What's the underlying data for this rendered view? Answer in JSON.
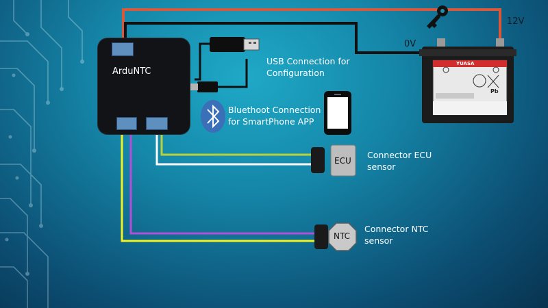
{
  "device": {
    "name": "ArduNTC"
  },
  "power": {
    "positive_label": "12V",
    "ground_label": "0V"
  },
  "usb": {
    "line1": "USB Connection for",
    "line2": "Configuration"
  },
  "bluetooth": {
    "line1": "Bluethoot Connection",
    "line2": "for SmartPhone APP"
  },
  "ecu": {
    "badge": "ECU",
    "line1": "Connector ECU",
    "line2": "sensor"
  },
  "ntc": {
    "badge": "NTC",
    "line1": "Connector NTC",
    "line2": "sensor"
  },
  "battery": {
    "brand": "YUASA",
    "marking": "Pb"
  },
  "icons": [
    "key-icon",
    "usb-cable-icon",
    "bluetooth-icon",
    "smartphone-icon",
    "battery-icon"
  ],
  "colors": {
    "wire_positive": "#d9573b",
    "wire_ground": "#111111",
    "wire_ecu_signal": "#b8d23c",
    "wire_ecu_ground": "#ffffff",
    "wire_ntc_signal": "#f2f21e",
    "wire_ntc_ground": "#b24fd6",
    "bluetooth": "#3b6fb8"
  }
}
